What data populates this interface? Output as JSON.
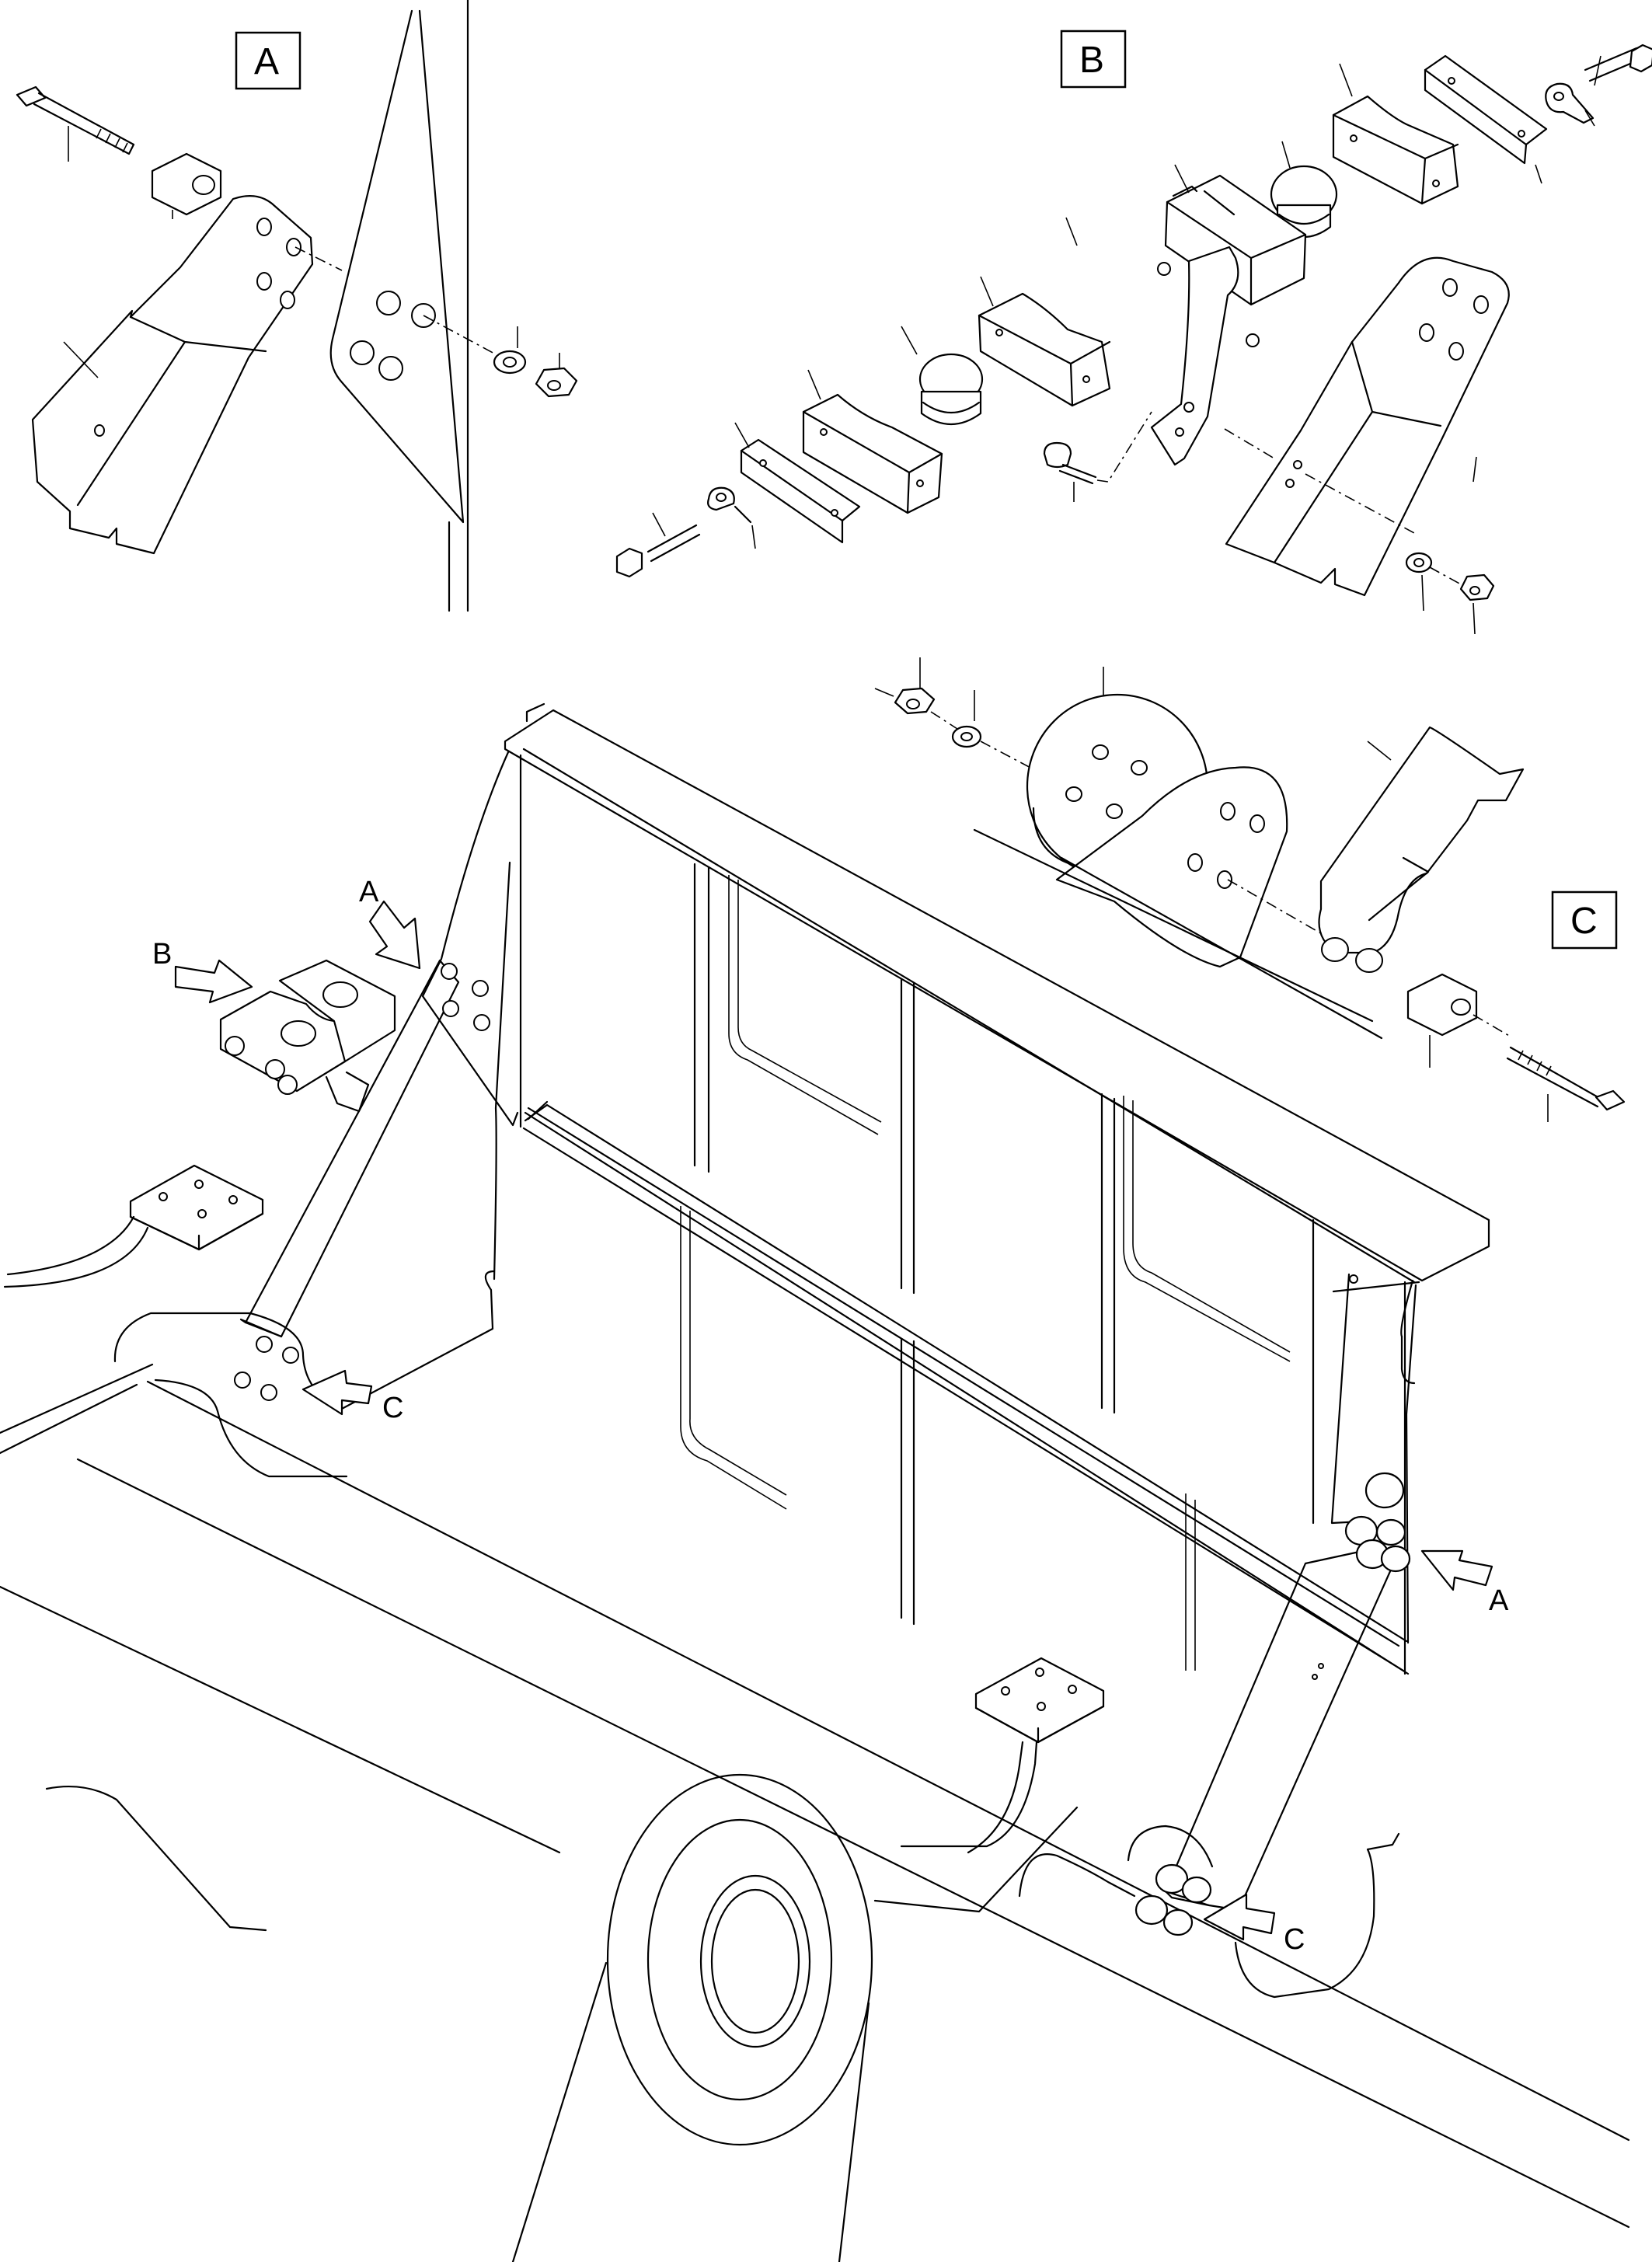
{
  "detail_labels": {
    "a": "A",
    "b": "B",
    "c": "C"
  },
  "arrow_labels": {
    "b_top_left": "B",
    "a_top_left": "A",
    "c_left": "C",
    "a_right": "A",
    "c_right": "C"
  }
}
